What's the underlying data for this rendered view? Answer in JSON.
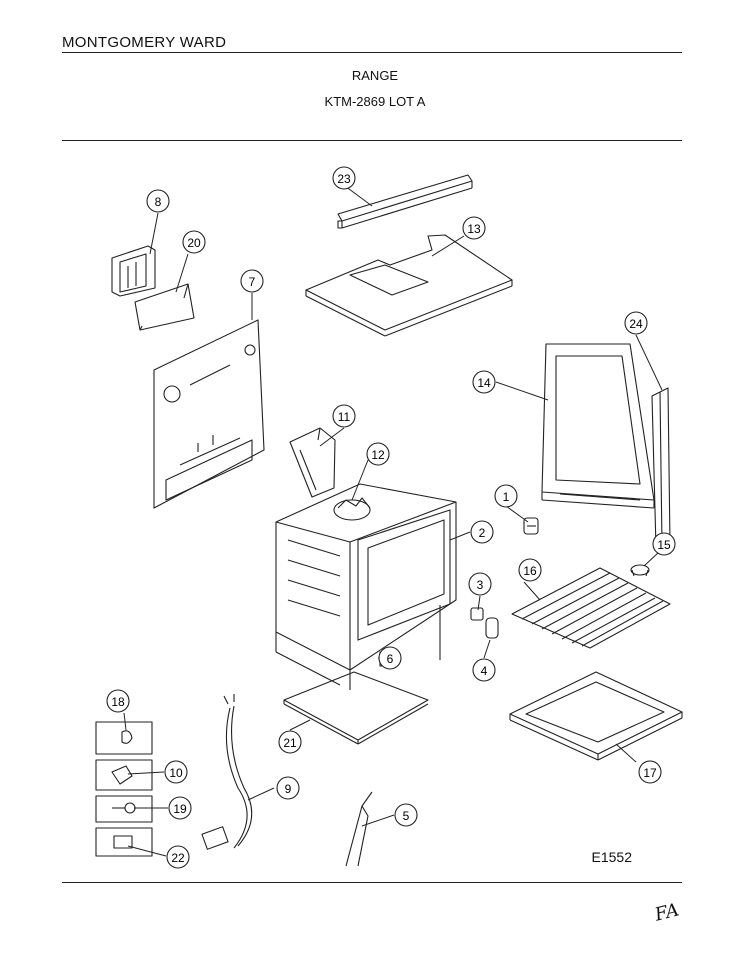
{
  "header": {
    "brand": "MONTGOMERY WARD",
    "title": "RANGE",
    "model": "KTM-2869 LOT A"
  },
  "footer": {
    "figure_code": "E1552",
    "handwritten_note": "FA"
  },
  "callouts": [
    {
      "id": "1",
      "label": "1"
    },
    {
      "id": "2",
      "label": "2"
    },
    {
      "id": "3",
      "label": "3"
    },
    {
      "id": "4",
      "label": "4"
    },
    {
      "id": "5",
      "label": "5"
    },
    {
      "id": "6",
      "label": "6"
    },
    {
      "id": "7",
      "label": "7"
    },
    {
      "id": "8",
      "label": "8"
    },
    {
      "id": "9",
      "label": "9"
    },
    {
      "id": "10",
      "label": "10"
    },
    {
      "id": "11",
      "label": "11"
    },
    {
      "id": "12",
      "label": "12"
    },
    {
      "id": "13",
      "label": "13"
    },
    {
      "id": "14",
      "label": "14"
    },
    {
      "id": "15",
      "label": "15"
    },
    {
      "id": "16",
      "label": "16"
    },
    {
      "id": "17",
      "label": "17"
    },
    {
      "id": "18",
      "label": "18"
    },
    {
      "id": "19",
      "label": "19"
    },
    {
      "id": "20",
      "label": "20"
    },
    {
      "id": "21",
      "label": "21"
    },
    {
      "id": "22",
      "label": "22"
    },
    {
      "id": "23",
      "label": "23"
    },
    {
      "id": "24",
      "label": "24"
    }
  ]
}
